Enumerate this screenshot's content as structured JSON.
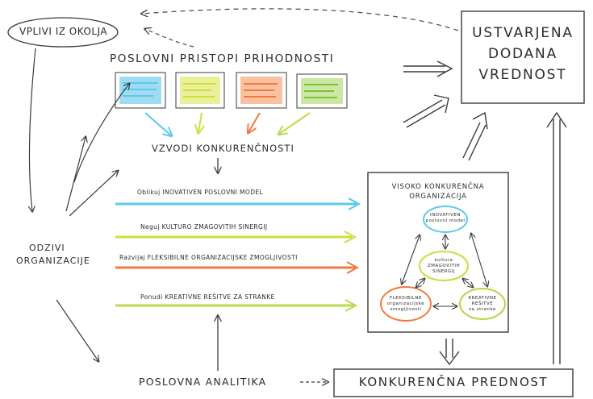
{
  "environment": "VPLIVI IZ OKOLJA",
  "value": [
    "USTVARJENA",
    "DODANA",
    "VREDNOST"
  ],
  "approaches": "POSLOVNI PRISTOPI PRIHODNOSTI",
  "levers": "VZVODI KONKURENČNOSTI",
  "responses": [
    "ODZIVI",
    "ORGANIZACIJE"
  ],
  "strips": [
    {
      "text": "Oblikuj INOVATIVEN POSLOVNI MODEL",
      "color": "#5cc8ec"
    },
    {
      "text": "Neguj KULTURO ZMAGOVITIH SINERGIJ",
      "color": "#cde03a"
    },
    {
      "text": "Razvijaj FLEKSIBILNE ORGANIZACIJSKE ZMOGLJIVOSTI",
      "color": "#f07a40"
    },
    {
      "text": "Ponudi KREATIVNE REŠITVE ZA STRANKE",
      "color": "#b8dc4a"
    }
  ],
  "org_box": {
    "title": [
      "VISOKO KONKURENČNA",
      "ORGANIZACIJA"
    ],
    "circles": [
      {
        "lines": [
          "INOVATIVEN",
          "poslovni model"
        ],
        "color": "#5cc8ec"
      },
      {
        "lines": [
          "kultura",
          "ZMAGOVITIH",
          "SINERGIJ"
        ],
        "color": "#c8de3a"
      },
      {
        "lines": [
          "FLEKSIBILNE",
          "organizacijske",
          "zmogljivosti"
        ],
        "color": "#f07a40"
      },
      {
        "lines": [
          "KREATIVNE",
          "REŠITVE",
          "za stranke"
        ],
        "color": "#b0d840"
      }
    ]
  },
  "analytics": "POSLOVNA ANALITIKA",
  "advantage": "KONKURENČNA PREDNOST",
  "colors": {
    "ink": "#333333",
    "cyan": "#5cc8ec",
    "yellow": "#cde03a",
    "orange": "#f07a40",
    "green": "#9cc93c"
  }
}
